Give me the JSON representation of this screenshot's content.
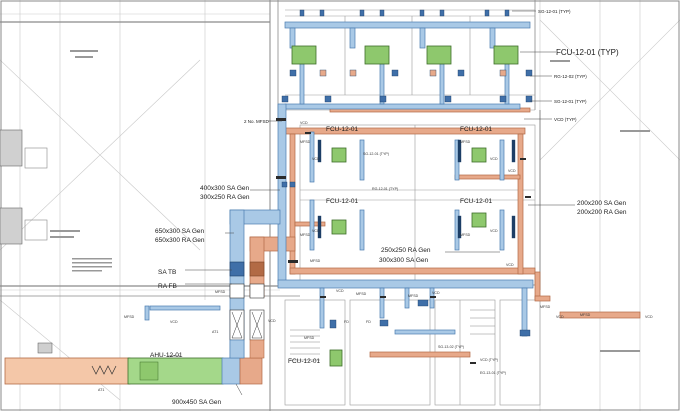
{
  "colors": {
    "supply_duct": "#a9c9e6",
    "supply_duct_edge": "#4a7db0",
    "return_duct": "#e7a98a",
    "return_duct_edge": "#b26a45",
    "fcu": "#8ec86d",
    "ahu": "#a4d88a",
    "plenum": "#f4c7a8",
    "grille": "#3f6fa8",
    "wall": "#8a8a8a"
  },
  "icons": [
    "fan-coil-unit-icon",
    "air-handling-unit-icon",
    "diffuser-icon",
    "fire-smoke-damper-icon",
    "volume-control-damper-icon",
    "sound-attenuator-icon"
  ],
  "labels": {
    "fcu_typ": "FCU-12-01 (TYP)",
    "sg_top": "SG-12-01 (TYP)",
    "rg": "RG-12-02 (TYP)",
    "sg_mid": "SG-12-01 (TYP)",
    "vcd_typ": "VCD (TYP)",
    "mfsd_2no": "2 No. MFSD",
    "fcu_a": "FCU-12-01",
    "fcu_b": "FCU-12-01",
    "fcu_c": "FCU-12-01",
    "fcu_d": "FCU-12-01",
    "fcu_e": "FCU-12-01",
    "sg_inner": "SG-12-01 (TYP)",
    "rg_inner": "RG-12-01 (TYP)",
    "sa_400": "400x300 SA Gen",
    "ra_300": "300x250 RA Gen",
    "sa_650": "650x300 SA Gen",
    "ra_650": "650x300 RA Gen",
    "sa_200": "200x200 SA Gen",
    "ra_200": "200x200 RA Gen",
    "ra_250": "250x250 RA Gen",
    "sa_300": "300x300 SA Gen",
    "sa_tb": "SA TB",
    "ra_fb": "RA FB",
    "ahu": "AHU-12-01",
    "sa_900": "900x450 SA Gen",
    "att1": "AT1",
    "att2": "AT1",
    "sg_13": "SG-13-02 (TYP)",
    "vcd_typ2": "VCD (TYP)",
    "eg_13": "EG-13-01 (TYP)",
    "mfsd": "MFSD",
    "vcd": "VCD",
    "fd": "FD"
  }
}
